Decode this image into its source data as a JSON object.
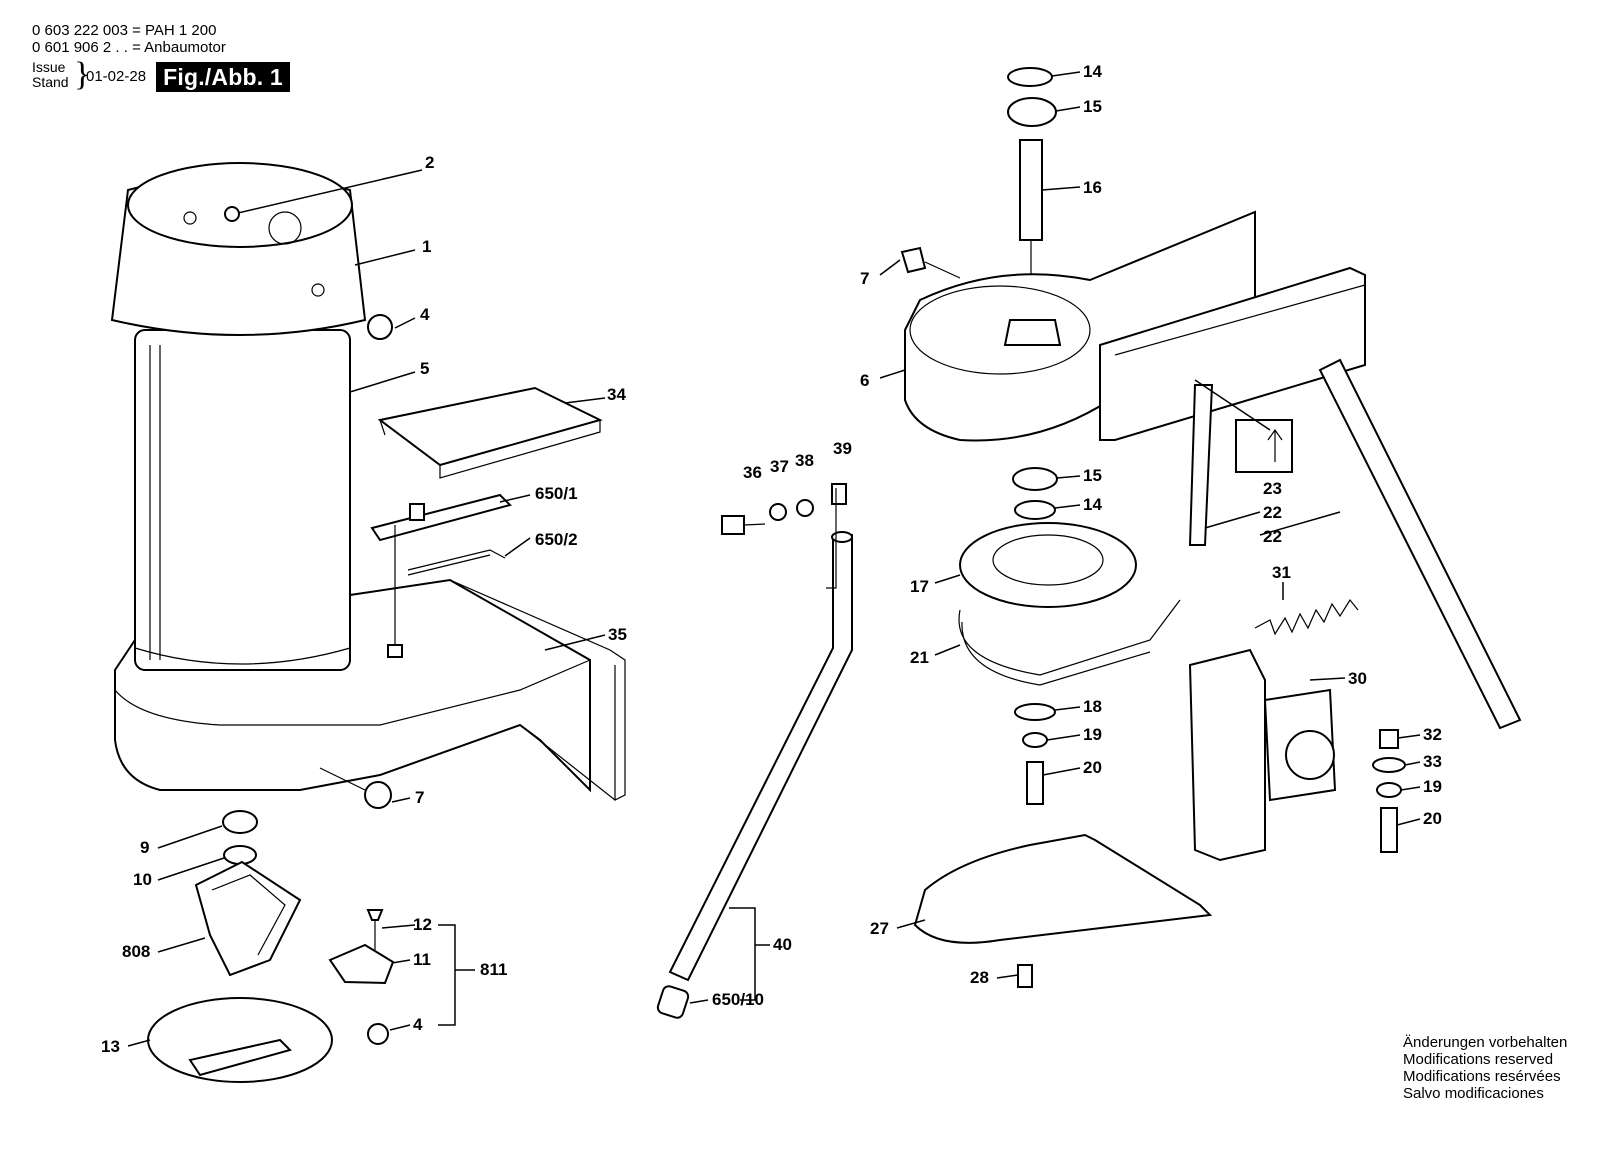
{
  "header": {
    "line1": "0 603 222 003 = PAH 1 200",
    "line2": "0 601 906 2 . . = Anbaumotor",
    "issue_label": "Issue",
    "stand_label": "Stand",
    "brace": "}",
    "date": "01-02-28",
    "figure_label": "Fig./Abb. 1"
  },
  "notes": [
    "Änderungen vorbehalten",
    "Modifications reserved",
    "Modifications resérvées",
    "Salvo modificaciones"
  ],
  "callouts": [
    "1",
    "2",
    "4",
    "5",
    "34",
    "650/1",
    "650/2",
    "35",
    "7",
    "9",
    "10",
    "808",
    "12",
    "11",
    "811",
    "4",
    "13",
    "36",
    "37",
    "38",
    "39",
    "40",
    "650/10",
    "14",
    "15",
    "16",
    "7",
    "6",
    "23",
    "22",
    "22",
    "15",
    "14",
    "17",
    "31",
    "21",
    "30",
    "18",
    "19",
    "20",
    "32",
    "33",
    "19",
    "20",
    "27",
    "28"
  ]
}
